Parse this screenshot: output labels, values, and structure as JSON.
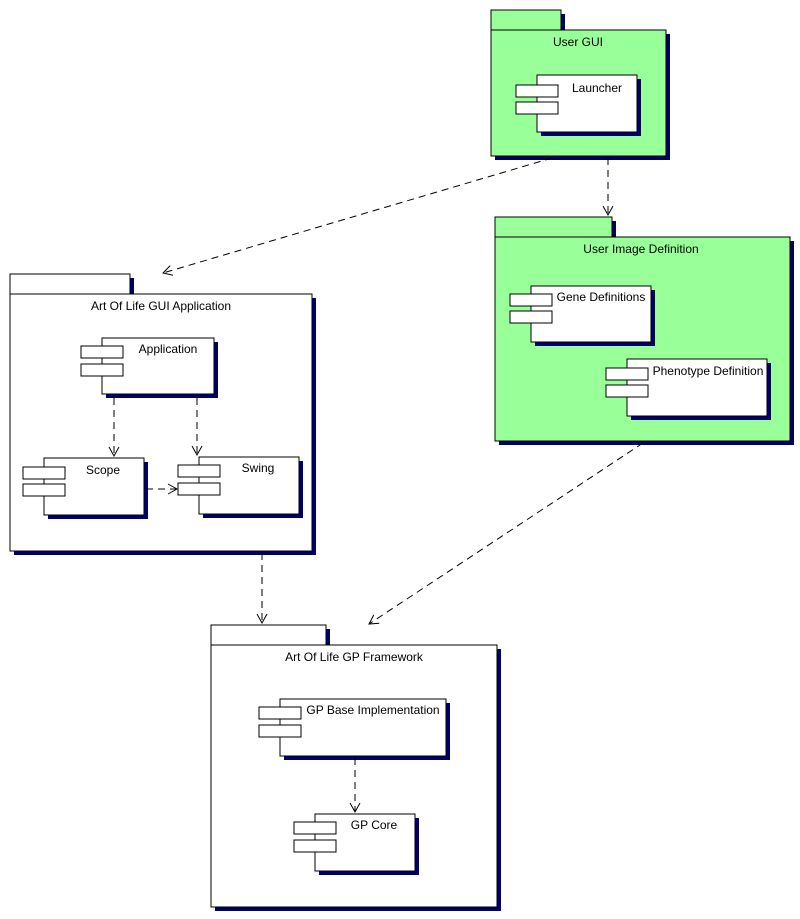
{
  "colors": {
    "highlight_fill": "#99ff99",
    "plain_fill": "#ffffff",
    "shadow": "#000066",
    "stroke": "#000000"
  },
  "packages": {
    "user_gui": {
      "label": "User GUI",
      "highlighted": true
    },
    "user_image_definition": {
      "label": "User Image Definition",
      "highlighted": true
    },
    "gui_application": {
      "label": "Art Of Life GUI Application",
      "highlighted": false
    },
    "gp_framework": {
      "label": "Art Of Life GP Framework",
      "highlighted": false
    }
  },
  "components": {
    "launcher": {
      "label": "Launcher"
    },
    "gene_definitions": {
      "label": "Gene Definitions"
    },
    "phenotype_definition": {
      "label": "Phenotype Definition"
    },
    "application": {
      "label": "Application"
    },
    "scope": {
      "label": "Scope"
    },
    "swing": {
      "label": "Swing"
    },
    "gp_base_implementation": {
      "label": "GP Base Implementation"
    },
    "gp_core": {
      "label": "GP Core"
    }
  },
  "dependencies": [
    {
      "from": "User GUI",
      "to": "Art Of Life GUI Application"
    },
    {
      "from": "User GUI",
      "to": "User Image Definition"
    },
    {
      "from": "User Image Definition",
      "to": "Art Of Life GP Framework"
    },
    {
      "from": "Art Of Life GUI Application",
      "to": "Art Of Life GP Framework"
    },
    {
      "from": "Application",
      "to": "Scope"
    },
    {
      "from": "Application",
      "to": "Swing"
    },
    {
      "from": "Scope",
      "to": "Swing"
    },
    {
      "from": "GP Base Implementation",
      "to": "GP Core"
    }
  ]
}
